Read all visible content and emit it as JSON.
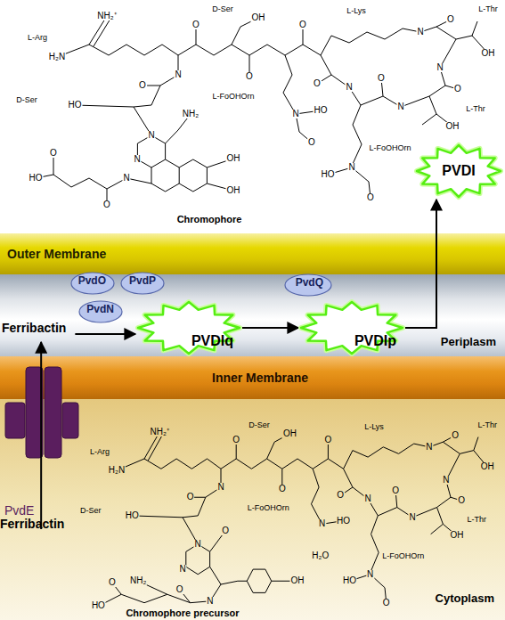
{
  "diagram": {
    "nodes": [
      {
        "text": [
          "PVDI"
        ]
      },
      {
        "text": [
          "Outer Membrane"
        ]
      },
      {
        "text": [
          "Periplasm"
        ]
      },
      {
        "text": [
          "PvdO"
        ],
        "in": 2
      },
      {
        "text": [
          "PvdP"
        ],
        "in": 2
      },
      {
        "text": [
          "PvdN"
        ],
        "in": 2
      },
      {
        "text": [
          "Ferribactin"
        ],
        "in": 2
      },
      {
        "text": [
          "PVDIq"
        ],
        "in": 2
      },
      {
        "text": [
          "PvdQ"
        ],
        "in": 2
      },
      {
        "text": [
          "PVDIp"
        ],
        "in": 2
      },
      {
        "text": [
          "Inner Membrane"
        ]
      },
      {
        "text": [
          "Cytoplasm"
        ]
      },
      {
        "text": [
          "Ferribactin"
        ],
        "in": 11
      }
    ],
    "edges": [
      {
        "from": 12,
        "to": 6,
        "arrow": "to"
      },
      {
        "from": 6,
        "to": 7,
        "arrow": "to"
      },
      {
        "from": 7,
        "to": 9,
        "arrow": "to"
      },
      {
        "from": 9,
        "to": 0,
        "arrow": "to"
      }
    ],
    "labels": [
      "L-Arg",
      "NH₂⁺",
      "H₂N",
      "O",
      "D-Ser",
      "OH",
      "O",
      "O",
      "L-Lys",
      "N",
      "O",
      "L-Thr",
      "OH",
      "N",
      "O",
      "L-Thr",
      "OH",
      "N",
      "O",
      "O",
      "N",
      "L-FoOHOrn",
      "N",
      "HO",
      "O",
      "L-FoOHOrn",
      "N",
      "HO",
      "O",
      "N",
      "O",
      "D-Ser",
      "HO",
      "NH₂",
      "N",
      "N",
      "HO",
      "O",
      "O",
      "N",
      "OH",
      "OH",
      "Chromophore",
      "PvdE",
      "L-Arg",
      "NH₂⁺",
      "H₂N",
      "O",
      "D-Ser",
      "OH",
      "O",
      "O",
      "L-Lys",
      "N",
      "O",
      "L-Thr",
      "OH",
      "N",
      "O",
      "L-Thr",
      "OH",
      "N",
      "O",
      "O",
      "N",
      "L-FoOHOrn",
      "N",
      "HO",
      "H₂O",
      "L-FoOHOrn",
      "N",
      "HO",
      "O",
      "N",
      "O",
      "D-Ser",
      "HO",
      "N",
      "N",
      "O",
      "OH",
      "N",
      "O",
      "NH₂",
      "HO",
      "O",
      "Chromophore precursor"
    ]
  }
}
